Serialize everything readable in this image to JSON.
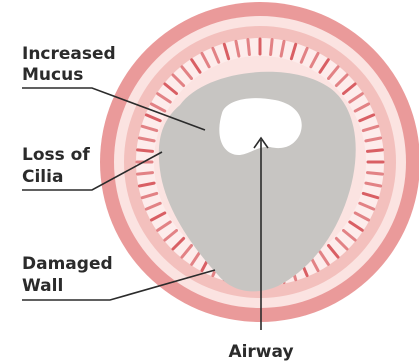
{
  "colors": {
    "outer_ring": "#ea9a9a",
    "ring_highlight": "#fbe3e1",
    "middle_ring": "#f3c0bd",
    "cilia_band": "#fdeceb",
    "cilia": "#d95f64",
    "mucus": "#c7c5c2",
    "airway": "#ffffff",
    "leader_line": "#2b2b2b",
    "label_text": "#2b2b2b"
  },
  "labels": {
    "increased_mucus": [
      "Increased",
      "Mucus"
    ],
    "loss_of_cilia": [
      "Loss of",
      "Cilia"
    ],
    "damaged_wall": [
      "Damaged",
      "Wall"
    ],
    "airway": "Airway"
  }
}
